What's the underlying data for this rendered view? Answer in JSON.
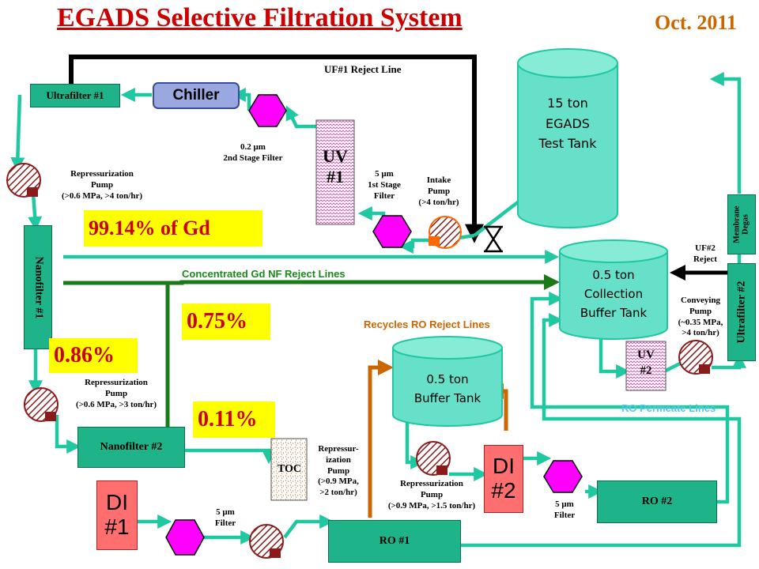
{
  "title": "EGADS Selective Filtration System",
  "date": "Oct. 2011",
  "components": {
    "ultrafilter1": "Ultrafilter #1",
    "chiller": "Chiller",
    "uv1_line1": "UV",
    "uv1_line2": "#1",
    "uv2_line1": "UV",
    "uv2_line2": "#2",
    "nanofilter1": "Nanofilter #1",
    "nanofilter2": "Nanofilter #2",
    "ultrafilter2": "Ultrafilter #2",
    "membrane_degas_line1": "Membrane",
    "membrane_degas_line2": "Degas",
    "toc": "TOC",
    "di1_line1": "DI",
    "di1_line2": "#1",
    "di2_line1": "DI",
    "di2_line2": "#2",
    "ro1": "RO #1",
    "ro2": "RO #2"
  },
  "tanks": {
    "test_tank": [
      "15 ton",
      "EGADS",
      "Test Tank"
    ],
    "collection_tank": [
      "0.5 ton",
      "Collection",
      "Buffer Tank"
    ],
    "buffer_tank": [
      "0.5 ton",
      "Buffer Tank"
    ]
  },
  "labels": {
    "uf1_reject_line": "UF#1 Reject Line",
    "filter_02_line1": "0.2 μm",
    "filter_02_line2": "2nd Stage Filter",
    "filter_5_1st_line1": "5 μm",
    "filter_5_1st_line2": "1st Stage",
    "filter_5_1st_line3": "Filter",
    "intake_pump_line1": "Intake",
    "intake_pump_line2": "Pump",
    "intake_pump_line3": "(>4 ton/hr)",
    "repress1_line1": "Repressurization",
    "repress1_line2": "Pump",
    "repress1_line3": "(>0.6 MPa, >4 ton/hr)",
    "repress2_line1": "Repressurization",
    "repress2_line2": "Pump",
    "repress2_line3": "(>0.6 MPa, >3 ton/hr)",
    "repress3_line1": "Repressur-",
    "repress3_line2": "ization",
    "repress3_line3": "Pump",
    "repress3_line4": "(>0.9 MPa,",
    "repress3_line5": ">2 ton/hr)",
    "repress4_line1": "Repressurization",
    "repress4_line2": "Pump",
    "repress4_line3": "(>0.9 MPa, >1.5 ton/hr)",
    "uf2_reject_line1": "UF#2",
    "uf2_reject_line2": "Reject",
    "conveying_line1": "Conveying",
    "conveying_line2": "Pump",
    "conveying_line3": "(~0.35 MPa,",
    "conveying_line4": ">4 ton/hr)",
    "filter_5_a_line1": "5 μm",
    "filter_5_a_line2": "Filter",
    "filter_5_b_line1": "5 μm",
    "filter_5_b_line2": "Filter",
    "concentrated_gd": "Concentrated Gd NF Reject Lines",
    "recycles_ro": "Recycles RO Reject Lines",
    "ro_permeate": "RO Permeate Lines"
  },
  "percentages": {
    "gd_9914": "99.14% of Gd",
    "p075": "0.75%",
    "p086": "0.86%",
    "p011": "0.11%"
  },
  "colors": {
    "title": "#cc0000",
    "date": "#cc6600",
    "component_green": "#1fb38a",
    "line_teal": "#1fc8a0",
    "nf_reject_green": "#1a7a1a",
    "ro_reject_orange": "#cc6600",
    "highlight_yellow": "#ffff00",
    "filter_magenta": "#ff00ff",
    "di_red": "#ff6f6f"
  }
}
